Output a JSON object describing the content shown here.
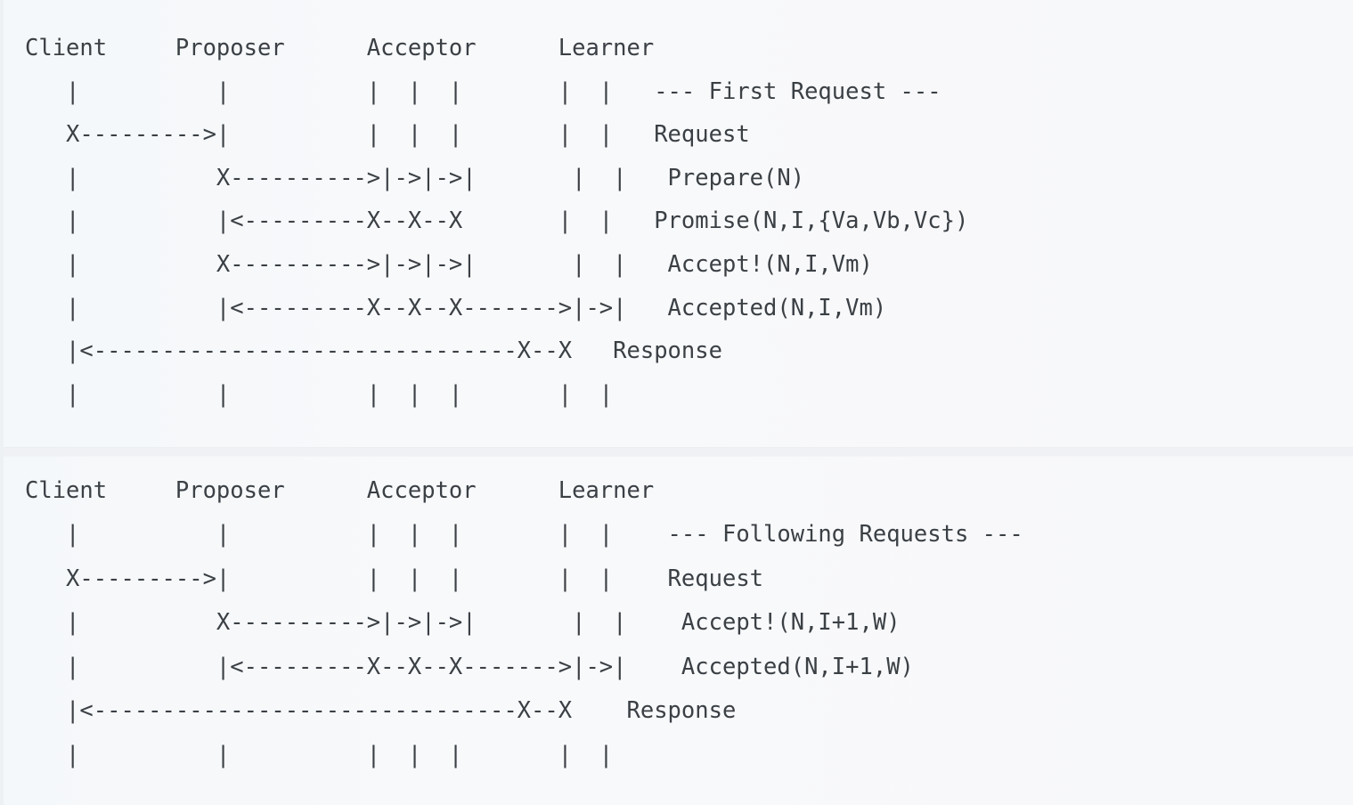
{
  "page": {
    "title": "Paxos Protocol Message Flow (ASCII sequence diagram)",
    "background_color": "#f7f9fb",
    "text_color": "#3b4045",
    "divider_color": "#eff1f4",
    "font": "monospace"
  },
  "diagram": {
    "type": "ascii-sequence-diagram",
    "roles": [
      "Client",
      "Proposer",
      "Acceptor",
      "Learner"
    ],
    "blocks": [
      {
        "id": "first-request",
        "section_label": "--- First Request ---",
        "header": "Client     Proposer      Acceptor      Learner",
        "message_labels": [
          "--- First Request ---",
          "Request",
          "Prepare(N)",
          "Promise(N,I,{Va,Vb,Vc})",
          "Accept!(N,I,Vm)",
          "Accepted(N,I,Vm)",
          "Response"
        ],
        "ascii": "Client     Proposer      Acceptor      Learner\n   |          |          |  |  |       |  |   --- First Request ---\n   X--------->|          |  |  |       |  |   Request\n   |          X---------->|->|->|       |  |   Prepare(N)\n   |          |<---------X--X--X       |  |   Promise(N,I,{Va,Vb,Vc})\n   |          X---------->|->|->|       |  |   Accept!(N,I,Vm)\n   |          |<---------X--X--X------->|->|   Accepted(N,I,Vm)\n   |<-------------------------------X--X   Response\n   |          |          |  |  |       |  |"
      },
      {
        "id": "following-requests",
        "section_label": "--- Following Requests ---",
        "header": "Client     Proposer      Acceptor      Learner",
        "message_labels": [
          "--- Following Requests ---",
          "Request",
          "Accept!(N,I+1,W)",
          "Accepted(N,I+1,W)",
          "Response"
        ],
        "ascii": "Client     Proposer      Acceptor      Learner\n   |          |          |  |  |       |  |    --- Following Requests ---\n   X--------->|          |  |  |       |  |    Request\n   |          X---------->|->|->|       |  |    Accept!(N,I+1,W)\n   |          |<---------X--X--X------->|->|    Accepted(N,I+1,W)\n   |<-------------------------------X--X    Response\n   |          |          |  |  |       |  |"
      }
    ]
  }
}
